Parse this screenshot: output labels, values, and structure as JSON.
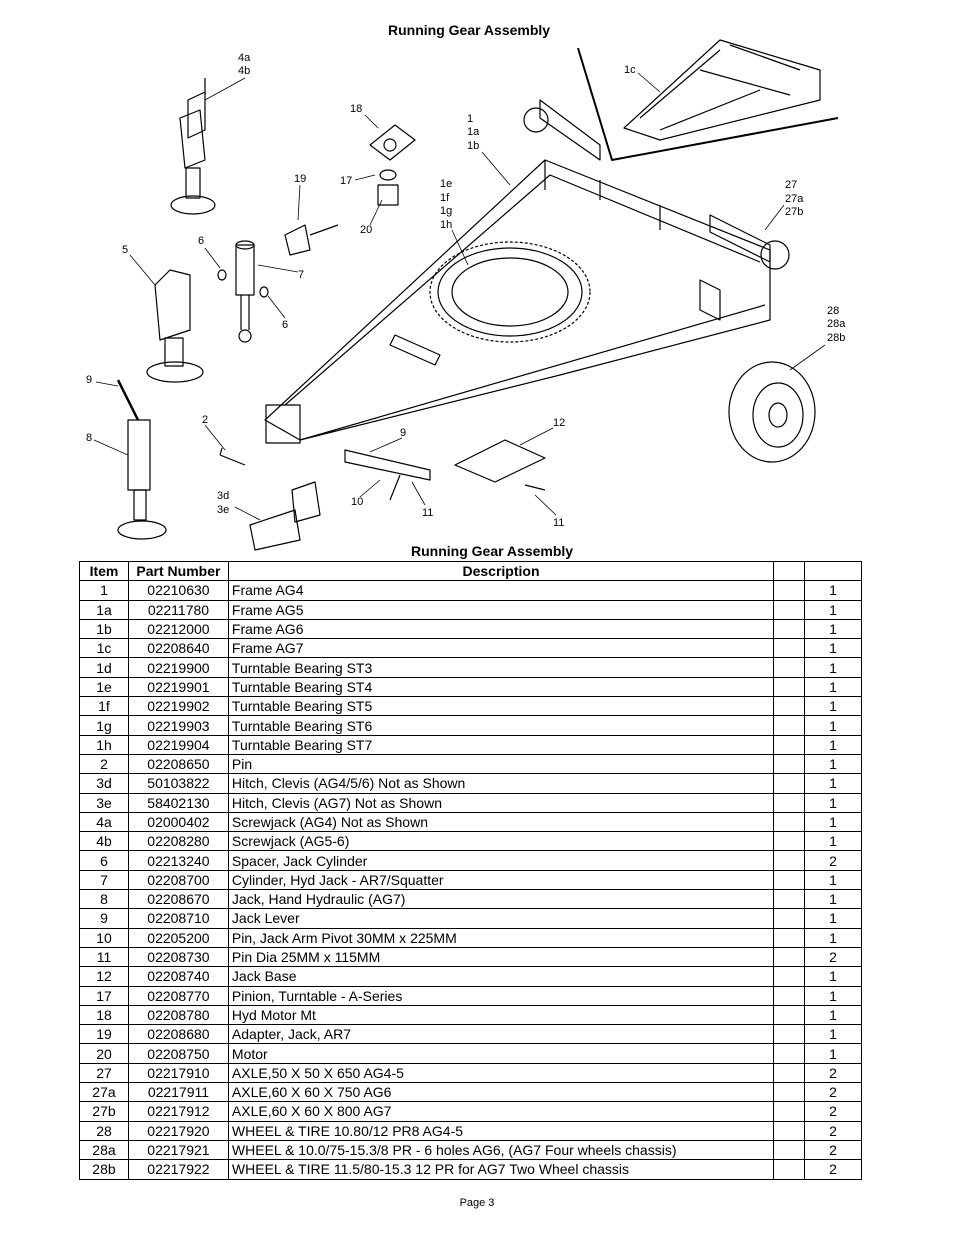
{
  "diagram_title": "Running Gear Assembly",
  "table_title": "Running Gear Assembly",
  "callouts": {
    "c4": [
      "4a",
      "4b"
    ],
    "c18": "18",
    "c1": [
      "1",
      "1a",
      "1b"
    ],
    "c1c": "1c",
    "c19": "19",
    "c17": "17",
    "c20": "20",
    "c1e": [
      "1e",
      "1f",
      "1g",
      "1h"
    ],
    "c27": [
      "27",
      "27a",
      "27b"
    ],
    "c5": "5",
    "c6a": "6",
    "c7": "7",
    "c6b": "6",
    "c28": [
      "28",
      "28a",
      "28b"
    ],
    "c9a": "9",
    "c8": "8",
    "c2": "2",
    "c9b": "9",
    "c12": "12",
    "c3": [
      "3d",
      "3e"
    ],
    "c10": "10",
    "c11a": "11",
    "c11b": "11"
  },
  "table": {
    "headers": [
      "Item",
      "Part Number",
      "Description",
      "",
      ""
    ],
    "rows": [
      [
        "1",
        "02210630",
        "Frame AG4",
        "1"
      ],
      [
        "1a",
        "02211780",
        "Frame AG5",
        "1"
      ],
      [
        "1b",
        "02212000",
        "Frame AG6",
        "1"
      ],
      [
        "1c",
        "02208640",
        "Frame AG7",
        "1"
      ],
      [
        "1d",
        "02219900",
        "Turntable Bearing ST3",
        "1"
      ],
      [
        "1e",
        "02219901",
        "Turntable Bearing ST4",
        "1"
      ],
      [
        "1f",
        "02219902",
        "Turntable Bearing ST5",
        "1"
      ],
      [
        "1g",
        "02219903",
        "Turntable Bearing ST6",
        "1"
      ],
      [
        "1h",
        "02219904",
        "Turntable Bearing ST7",
        "1"
      ],
      [
        "2",
        "02208650",
        "Pin",
        "1"
      ],
      [
        "3d",
        "50103822",
        "Hitch, Clevis (AG4/5/6) Not as Shown",
        "1"
      ],
      [
        "3e",
        "58402130",
        "Hitch, Clevis (AG7) Not as Shown",
        "1"
      ],
      [
        "4a",
        "02000402",
        "Screwjack (AG4) Not as Shown",
        "1"
      ],
      [
        "4b",
        "02208280",
        "Screwjack (AG5-6)",
        "1"
      ],
      [
        "6",
        "02213240",
        "Spacer, Jack Cylinder",
        "2"
      ],
      [
        "7",
        "02208700",
        "Cylinder, Hyd Jack - AR7/Squatter",
        "1"
      ],
      [
        "8",
        "02208670",
        "Jack, Hand Hydraulic (AG7)",
        "1"
      ],
      [
        "9",
        "02208710",
        "Jack Lever",
        "1"
      ],
      [
        "10",
        "02205200",
        "Pin, Jack Arm Pivot 30MM x 225MM",
        "1"
      ],
      [
        "11",
        "02208730",
        "Pin Dia 25MM x 115MM",
        "2"
      ],
      [
        "12",
        "02208740",
        "Jack Base",
        "1"
      ],
      [
        "17",
        "02208770",
        "Pinion, Turntable - A-Series",
        "1"
      ],
      [
        "18",
        "02208780",
        "Hyd Motor Mt",
        "1"
      ],
      [
        "19",
        "02208680",
        "Adapter, Jack, AR7",
        "1"
      ],
      [
        "20",
        "02208750",
        "Motor",
        "1"
      ],
      [
        "27",
        "02217910",
        "AXLE,50 X 50 X 650 AG4-5",
        "2"
      ],
      [
        "27a",
        "02217911",
        "AXLE,60 X 60 X 750 AG6",
        "2"
      ],
      [
        "27b",
        "02217912",
        "AXLE,60 X 60 X 800 AG7",
        "2"
      ],
      [
        "28",
        "02217920",
        "WHEEL & TIRE 10.80/12 PR8  AG4-5",
        "2"
      ],
      [
        "28a",
        "02217921",
        "WHEEL & 10.0/75-15.3/8 PR - 6 holes  AG6, (AG7 Four wheels chassis)",
        "2"
      ],
      [
        "28b",
        "02217922",
        "WHEEL & TIRE 11.5/80-15.3   12 PR for AG7 Two Wheel chassis",
        "2"
      ]
    ]
  },
  "footer": "Page 3"
}
